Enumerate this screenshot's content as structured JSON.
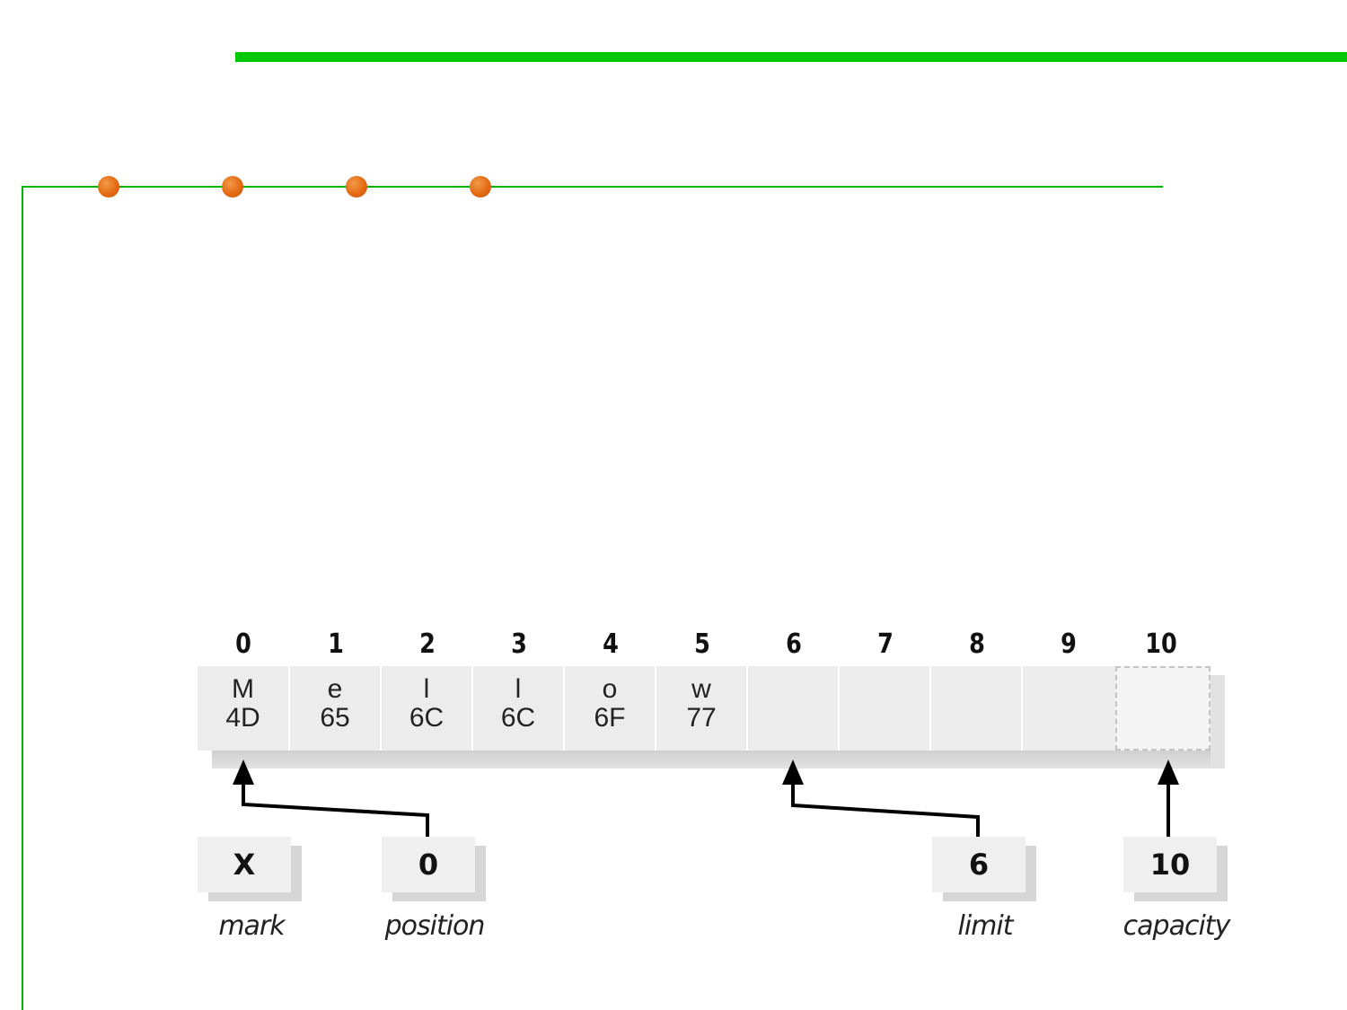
{
  "slide": {
    "accent_color": "#00c800",
    "bullet_color": "#e46a12",
    "bullet_count": 4
  },
  "buffer": {
    "indices": [
      "0",
      "1",
      "2",
      "3",
      "4",
      "5",
      "6",
      "7",
      "8",
      "9",
      "10"
    ],
    "cells": [
      {
        "char": "M",
        "hex": "4D"
      },
      {
        "char": "e",
        "hex": "65"
      },
      {
        "char": "l",
        "hex": "6C"
      },
      {
        "char": "l",
        "hex": "6C"
      },
      {
        "char": "o",
        "hex": "6F"
      },
      {
        "char": "w",
        "hex": "77"
      },
      {
        "char": "",
        "hex": ""
      },
      {
        "char": "",
        "hex": ""
      },
      {
        "char": "",
        "hex": ""
      },
      {
        "char": "",
        "hex": ""
      }
    ],
    "mark": {
      "value": "X",
      "label": "mark"
    },
    "position": {
      "value": "0",
      "label": "position",
      "points_to": 0
    },
    "limit": {
      "value": "6",
      "label": "limit",
      "points_to": 6
    },
    "capacity": {
      "value": "10",
      "label": "capacity",
      "points_to": 10
    }
  }
}
